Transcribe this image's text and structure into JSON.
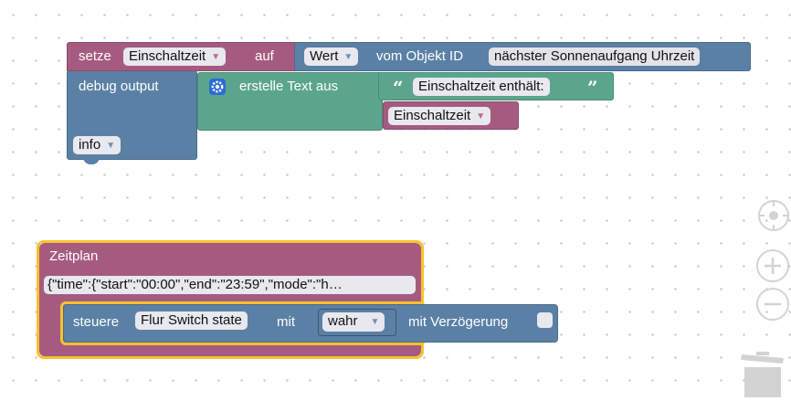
{
  "block_set": {
    "setze_label": "setze",
    "variable": "Einschaltzeit",
    "auf_label": "auf",
    "value_select": "Wert",
    "object_label": "vom Objekt ID",
    "object_id": "nächster Sonnenaufgang Uhrzeit"
  },
  "block_debug": {
    "label": "debug output",
    "level": "info"
  },
  "block_text": {
    "label": "erstelle Text aus",
    "string": "Einschaltzeit enthält:",
    "variable": "Einschaltzeit"
  },
  "block_schedule": {
    "title": "Zeitplan",
    "config": "{\"time\":{\"start\":\"00:00\",\"end\":\"23:59\",\"mode\":\"h…"
  },
  "block_control": {
    "label": "steuere",
    "target": "Flur Switch state",
    "mit_label": "mit",
    "value": "wahr",
    "delay_label": "mit Verzögerung"
  },
  "colors": {
    "variable_block": "#a55b80",
    "object_block": "#5b80a5",
    "text_block": "#5ba58c",
    "schedule_highlight": "#fbc02d"
  }
}
